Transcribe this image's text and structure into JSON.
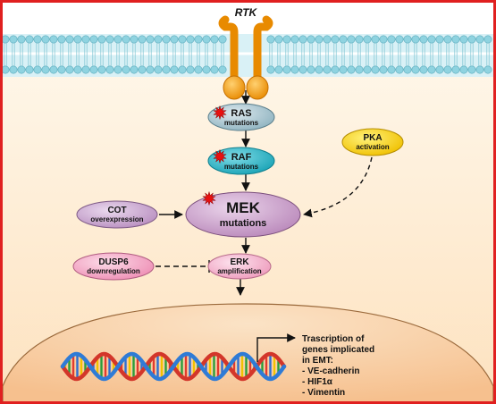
{
  "receptor": {
    "label": "RTK"
  },
  "nodes": {
    "ras": {
      "line1": "RAS",
      "line2": "mutations"
    },
    "raf": {
      "line1": "RAF",
      "line2": "mutations"
    },
    "mek": {
      "line1": "MEK",
      "line2": "mutations"
    },
    "erk": {
      "line1": "ERK",
      "line2": "amplification"
    },
    "cot": {
      "line1": "COT",
      "line2": "overexpression"
    },
    "dusp6": {
      "line1": "DUSP6",
      "line2": "downregulation"
    },
    "pka": {
      "line1": "PKA",
      "line2": "activation"
    }
  },
  "nucleus": {
    "transcription_lines": [
      "Trascription of",
      "genes implicated",
      "in EMT:",
      "- VE-cadherin",
      "- HIF1α",
      "- Vimentin"
    ]
  },
  "colors": {
    "frame": "#e02020",
    "membrane": "#8fd3e0",
    "cytoplasm_top": "#fff3de",
    "cytoplasm_bottom": "#fde3c0",
    "nucleus": "#f8c89c",
    "receptor": "#f3a21a",
    "ras": "#a9c5cf",
    "raf": "#2bb6c8",
    "mek": "#c89ac8",
    "erk": "#f4b6cf",
    "cot": "#c9a6cf",
    "dusp6": "#f4a6c4",
    "pka": "#f6d31a",
    "mutation_star": "#e81010"
  }
}
